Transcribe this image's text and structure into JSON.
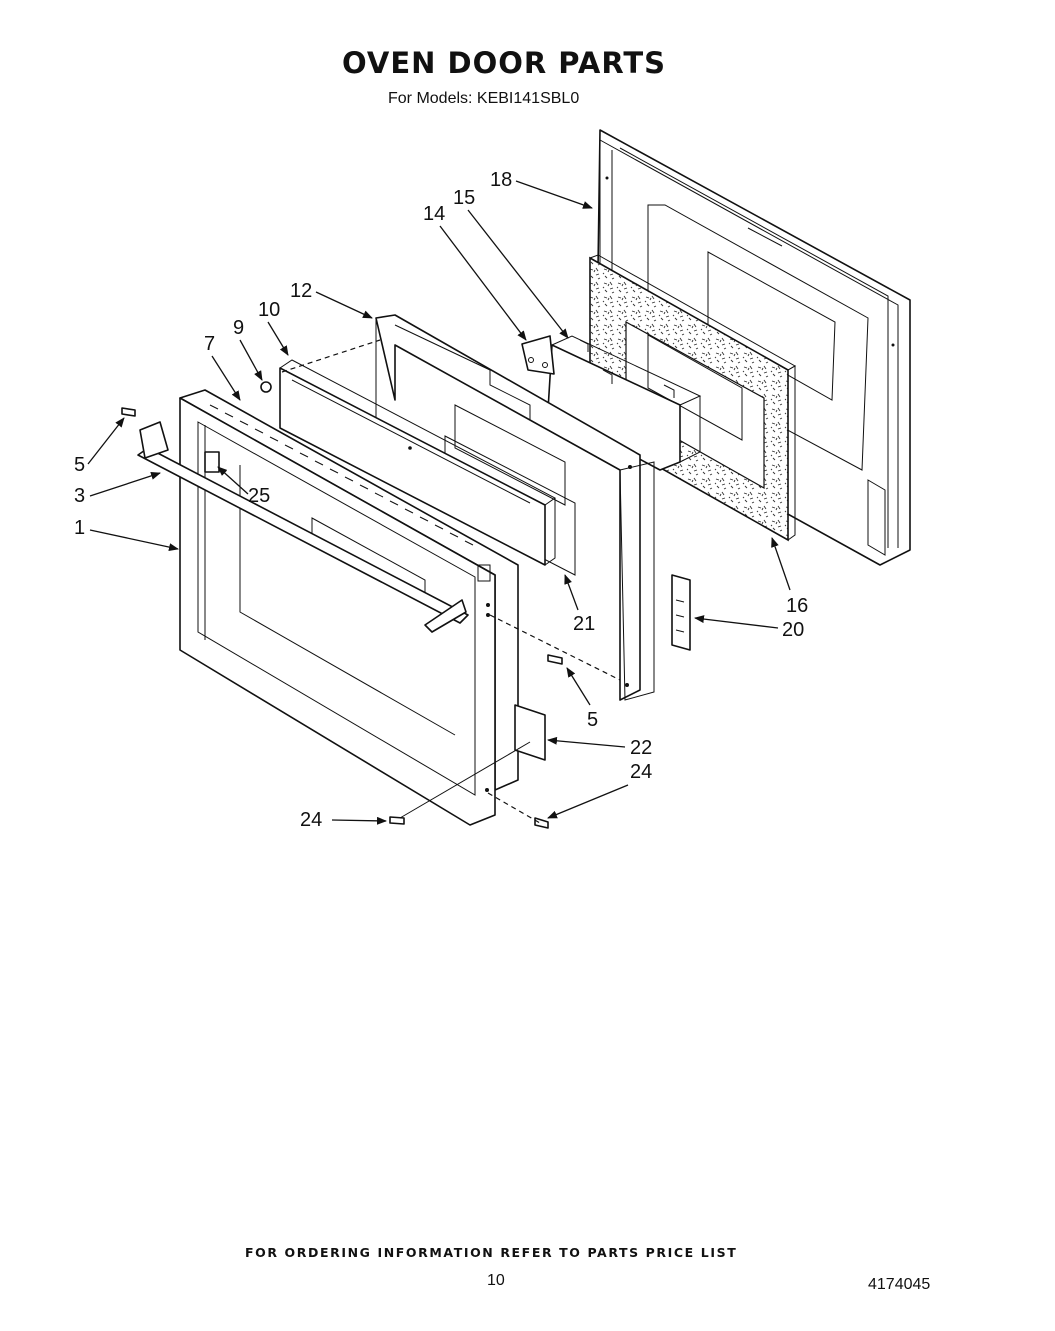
{
  "document": {
    "title": "OVEN DOOR PARTS",
    "subtitle": "For Models: KEBI141SBL0",
    "footer_note": "FOR ORDERING INFORMATION REFER TO PARTS PRICE LIST",
    "page_number": "10",
    "part_number": "4174045"
  },
  "callouts": [
    "18",
    "15",
    "14",
    "12",
    "10",
    "9",
    "7",
    "5",
    "3",
    "25",
    "1",
    "21",
    "16",
    "20",
    "5",
    "22",
    "24",
    "24"
  ]
}
